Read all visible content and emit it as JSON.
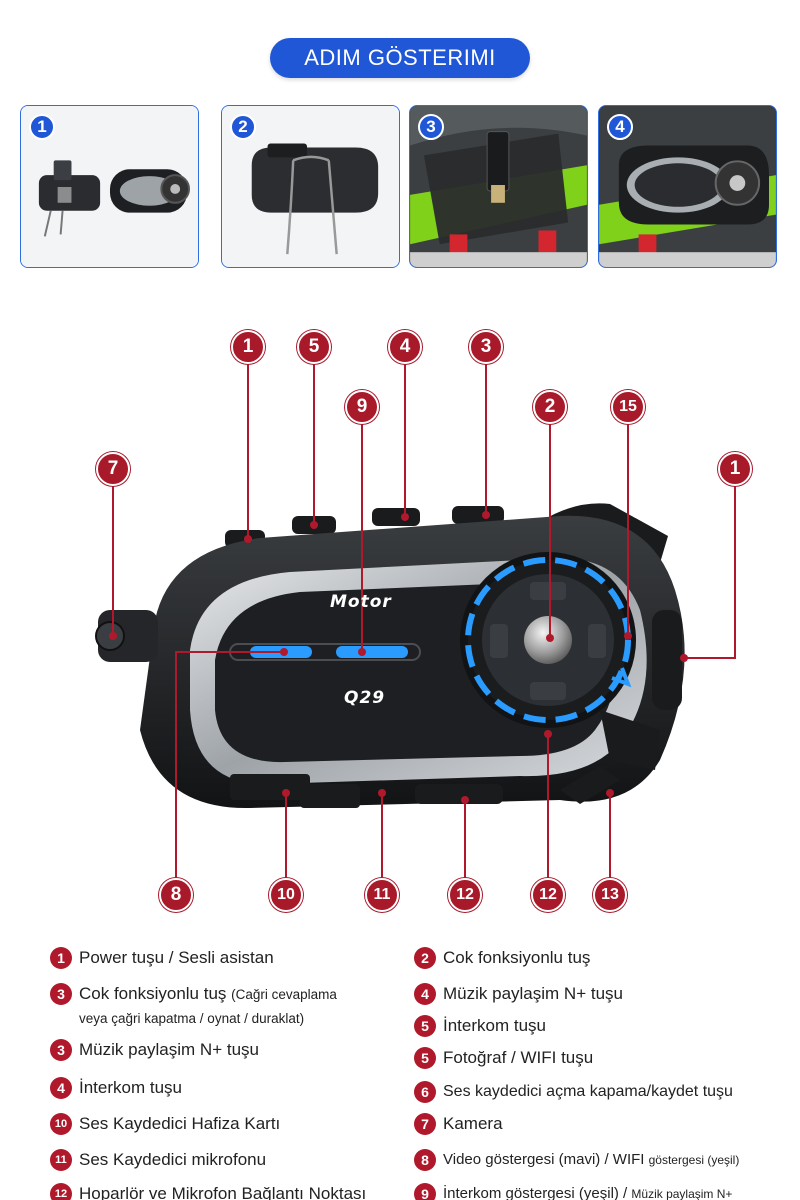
{
  "header": {
    "title": "ADIM GÖSTERIMI"
  },
  "steps": [
    {
      "number": "1"
    },
    {
      "number": "2"
    },
    {
      "number": "3"
    },
    {
      "number": "4"
    }
  ],
  "device": {
    "brand": "Motor",
    "model": "Q29"
  },
  "callouts": {
    "top_1": "1",
    "top_5": "5",
    "top_4": "4",
    "top_3": "3",
    "mid_9": "9",
    "mid_2": "2",
    "mid_15": "15",
    "left_7": "7",
    "right_1": "1",
    "bottom_8": "8",
    "bottom_10": "10",
    "bottom_11": "11",
    "bottom_12a": "12",
    "bottom_12b": "12",
    "bottom_13": "13"
  },
  "legend": {
    "left": [
      {
        "num": "1",
        "text": "Power tuşu / Sesli asistan"
      },
      {
        "num": "3",
        "text": "Cok fonksiyonlu tuş",
        "small": "(Cağri cevaplama",
        "sub": "veya çağri kapatma / oynat / duraklat)"
      },
      {
        "num": "3",
        "text": "Müzik paylaşim N+ tuşu"
      },
      {
        "num": "4",
        "text": "İnterkom tuşu"
      },
      {
        "num": "10",
        "text": "Ses Kaydedici Hafiza Kartı"
      },
      {
        "num": "11",
        "text": "Ses Kaydedici mikrofonu"
      },
      {
        "num": "12",
        "text": "Hoparlör ve Mikrofon Bağlantı Noktası"
      }
    ],
    "right": [
      {
        "num": "2",
        "text": "Cok fonksiyonlu tuş"
      },
      {
        "num": "4",
        "text": "Müzik paylaşim N+ tuşu"
      },
      {
        "num": "5",
        "text": "İnterkom tuşu"
      },
      {
        "num": "5",
        "text": "Fotoğraf / WIFI tuşu"
      },
      {
        "num": "6",
        "text": "Ses kaydedici açma kapama/kaydet tuşu"
      },
      {
        "num": "7",
        "text": "Kamera"
      },
      {
        "num": "8",
        "text": "Video göstergesi (mavi) / WIFI",
        "small": "göstergesi (yeşil)"
      },
      {
        "num": "9",
        "text": "İnterkom göstergesi (yeşil) /",
        "small": "Müzik paylaşim N+"
      }
    ]
  },
  "colors": {
    "accent_blue": "#1f57d6",
    "callout_red": "#a8192a",
    "led_blue": "#2a9bff"
  }
}
